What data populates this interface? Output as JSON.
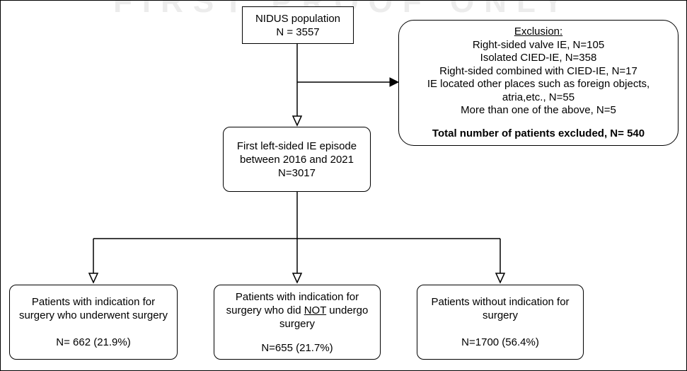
{
  "watermark": "FIRST PROOF ONLY",
  "nidus": {
    "line1": "NIDUS population",
    "line2": "N = 3557"
  },
  "exclusion": {
    "heading": "Exclusion:",
    "items": [
      "Right-sided valve IE, N=105",
      "Isolated CIED-IE, N=358",
      "Right-sided combined with CIED-IE, N=17",
      "IE located other places such as foreign objects,",
      "atria,etc., N=55",
      "More than one of the above, N=5"
    ],
    "total": "Total number of patients excluded, N= 540"
  },
  "first_episode": {
    "line1": "First left-sided IE episode",
    "line2": "between 2016 and 2021",
    "line3": "N=3017"
  },
  "surgery": {
    "line1": "Patients with indication for",
    "line2": "surgery who underwent surgery",
    "count": "N= 662 (21.9%)"
  },
  "no_surgery": {
    "line1": "Patients with indication for",
    "line2_pre": "surgery who did ",
    "line2_emph": "NOT",
    "line2_post": " undergo",
    "line3": "surgery",
    "count": "N=655 (21.7%)"
  },
  "no_indication": {
    "line1": "Patients without indication for",
    "line2": "surgery",
    "count": "N=1700 (56.4%)"
  }
}
